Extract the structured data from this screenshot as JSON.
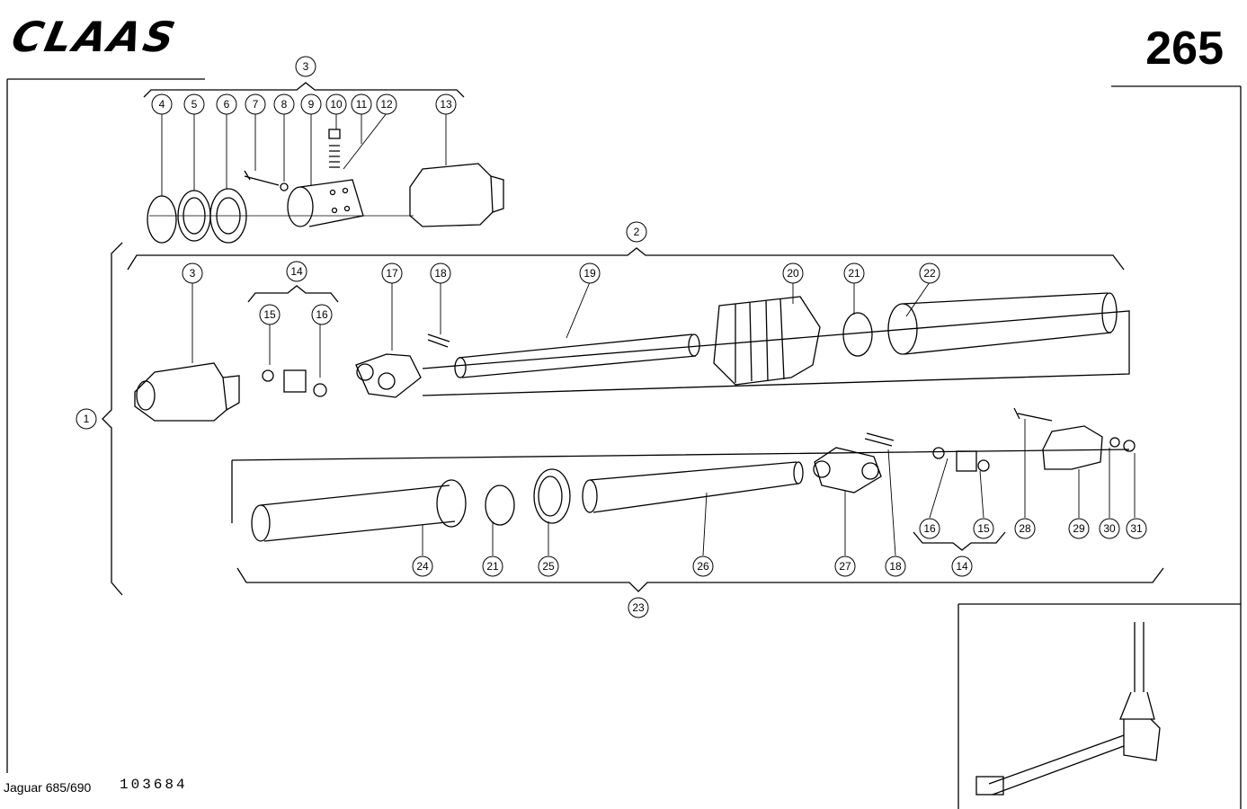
{
  "header": {
    "brand": "CLAAS",
    "page_number": "265"
  },
  "footer": {
    "model": "Jaguar 685/690",
    "document_number": "103684"
  },
  "callouts": [
    {
      "id": "c3-top",
      "label": "3"
    },
    {
      "id": "c4",
      "label": "4"
    },
    {
      "id": "c5",
      "label": "5"
    },
    {
      "id": "c6",
      "label": "6"
    },
    {
      "id": "c7",
      "label": "7"
    },
    {
      "id": "c8",
      "label": "8"
    },
    {
      "id": "c9",
      "label": "9"
    },
    {
      "id": "c10",
      "label": "10"
    },
    {
      "id": "c11",
      "label": "11"
    },
    {
      "id": "c12",
      "label": "12"
    },
    {
      "id": "c13",
      "label": "13"
    },
    {
      "id": "c2",
      "label": "2"
    },
    {
      "id": "c3-mid",
      "label": "3"
    },
    {
      "id": "c14-top",
      "label": "14"
    },
    {
      "id": "c15-top",
      "label": "15"
    },
    {
      "id": "c16-top",
      "label": "16"
    },
    {
      "id": "c17",
      "label": "17"
    },
    {
      "id": "c18-top",
      "label": "18"
    },
    {
      "id": "c19",
      "label": "19"
    },
    {
      "id": "c20",
      "label": "20"
    },
    {
      "id": "c21-top",
      "label": "21"
    },
    {
      "id": "c22",
      "label": "22"
    },
    {
      "id": "c1",
      "label": "1"
    },
    {
      "id": "c24",
      "label": "24"
    },
    {
      "id": "c21-bot",
      "label": "21"
    },
    {
      "id": "c25",
      "label": "25"
    },
    {
      "id": "c26",
      "label": "26"
    },
    {
      "id": "c27",
      "label": "27"
    },
    {
      "id": "c18-bot",
      "label": "18"
    },
    {
      "id": "c16-bot",
      "label": "16"
    },
    {
      "id": "c15-bot",
      "label": "15"
    },
    {
      "id": "c14-bot",
      "label": "14"
    },
    {
      "id": "c28",
      "label": "28"
    },
    {
      "id": "c29",
      "label": "29"
    },
    {
      "id": "c30",
      "label": "30"
    },
    {
      "id": "c31",
      "label": "31"
    },
    {
      "id": "c23",
      "label": "23"
    }
  ]
}
